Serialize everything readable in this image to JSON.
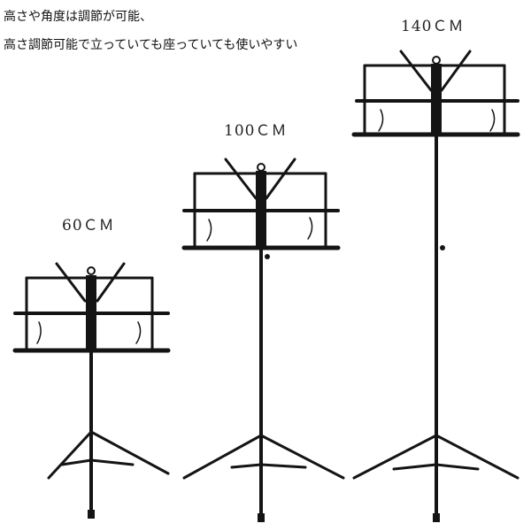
{
  "caption": {
    "line1": "高さや角度は調節が可能、",
    "line2": "高さ調節可能で立っていても座っていても使いやすい"
  },
  "stands": [
    {
      "height_label": "60ＣＭ"
    },
    {
      "height_label": "100ＣＭ"
    },
    {
      "height_label": "140ＣＭ"
    }
  ],
  "colors": {
    "stand": "#141414",
    "background": "#ffffff"
  }
}
